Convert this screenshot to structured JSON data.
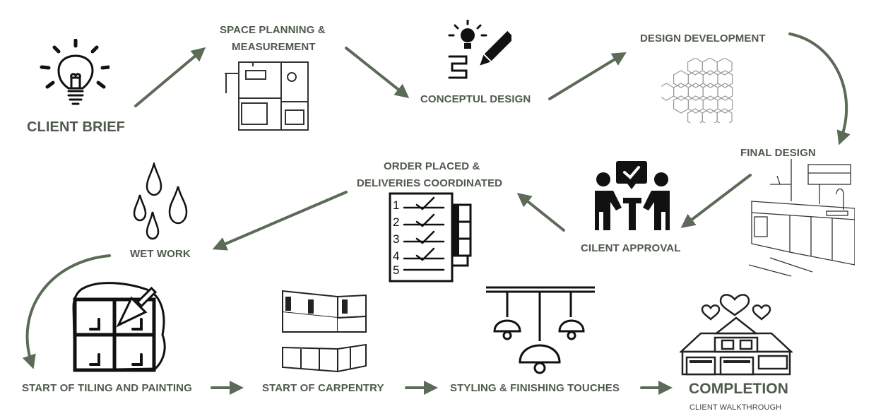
{
  "colors": {
    "accent": "#5b6b58",
    "label": "#4f5a4d",
    "ink": "#111111"
  },
  "steps": {
    "client_brief": "CLIENT BRIEF",
    "space_planning": "SPACE PLANNING &",
    "space_planning_2": "MEASUREMENT",
    "conceptual_design": "CONCEPTUL DESIGN",
    "design_development": "DESIGN DEVELOPMENT",
    "final_design": "FINAL DESIGN",
    "client_approval": "CILENT APPROVAL",
    "order_placed": "ORDER PLACED &",
    "order_placed_2": "DELIVERIES COORDINATED",
    "wet_work": "WET WORK",
    "tiling_painting": "START OF TILING AND PAINTING",
    "carpentry": "START OF CARPENTRY",
    "styling": "STYLING & FINISHING TOUCHES",
    "completion": "COMPLETION",
    "completion_sub": "CLIENT WALKTHROUGH"
  },
  "checklist": [
    "1",
    "2",
    "3",
    "4",
    "5"
  ],
  "icons": [
    "lightbulb-icon",
    "floor-plan-icon",
    "idea-pencil-icon",
    "hexagon-pattern-icon",
    "kitchen-sketch-icon",
    "meeting-approval-icon",
    "checklist-icon",
    "water-drops-icon",
    "tiling-trowel-icon",
    "kitchen-cabinets-icon",
    "pendant-lamps-icon",
    "house-hearts-icon"
  ]
}
